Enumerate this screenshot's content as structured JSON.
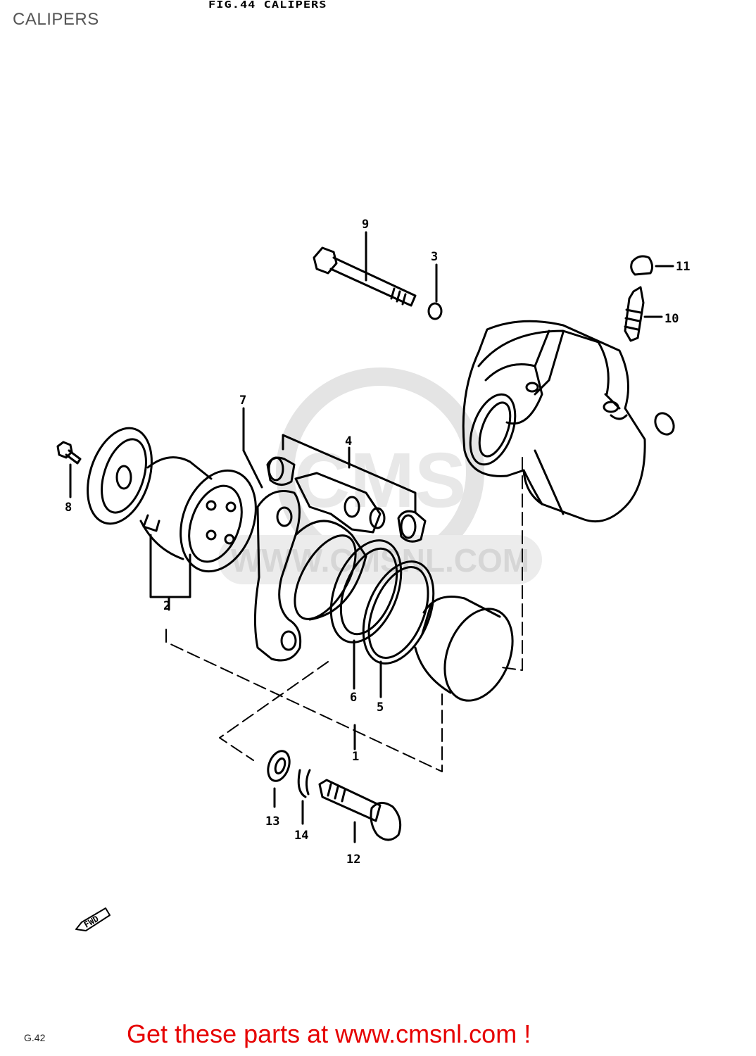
{
  "header": {
    "title": "CALIPERS",
    "figure_title": "FIG.44  CALIPERS"
  },
  "footer": {
    "promo": "Get these parts at www.cmsnl.com !",
    "code": "G.42"
  },
  "watermark": {
    "text": "WWW.CMSNL.COM",
    "mark": "CMS"
  },
  "arrow_tag": "FWD",
  "callouts": [
    "1",
    "2",
    "3",
    "4",
    "5",
    "6",
    "7",
    "8",
    "9",
    "10",
    "11",
    "12",
    "13",
    "14"
  ],
  "colors": {
    "promo": "#e60000",
    "title": "#555555",
    "watermark": "#dcdcdc"
  }
}
